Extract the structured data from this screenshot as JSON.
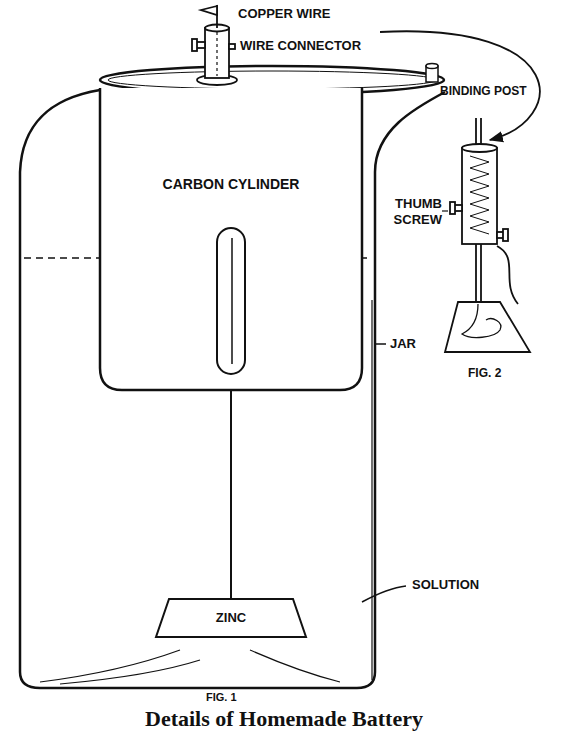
{
  "diagram": {
    "caption": "Details of Homemade Battery",
    "nodes": [
      {
        "text": [
          "CARBON CYLINDER"
        ]
      },
      {
        "text": [
          "ZINC"
        ]
      }
    ],
    "edges": [
      {
        "from": 0,
        "to": 1,
        "arrow": "none"
      }
    ],
    "labels": [
      "COPPER WIRE",
      "WIRE CONNECTOR",
      "BINDING POST",
      "THUMB SCREW",
      "JAR",
      "SOLUTION",
      "FIG. 2",
      "FIG. 1"
    ]
  }
}
